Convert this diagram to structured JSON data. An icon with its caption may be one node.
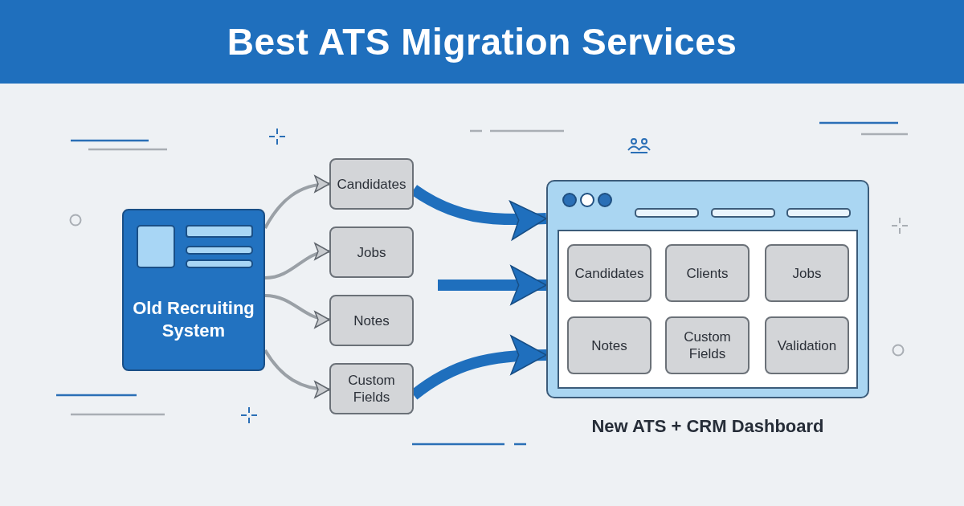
{
  "diagram": {
    "title": "Best ATS Migration Services",
    "nodes": [
      {
        "text": [
          "Old Recruiting System"
        ]
      },
      {
        "text": [
          "Candidates"
        ]
      },
      {
        "text": [
          "Jobs"
        ]
      },
      {
        "text": [
          "Notes"
        ]
      },
      {
        "text": [
          "Custom Fields"
        ]
      },
      {
        "text": [
          "New ATS + CRM Dashboard"
        ]
      },
      {
        "text": [
          "Candidates"
        ],
        "in": 5
      },
      {
        "text": [
          "Clients"
        ],
        "in": 5
      },
      {
        "text": [
          "Jobs"
        ],
        "in": 5
      },
      {
        "text": [
          "Notes"
        ],
        "in": 5
      },
      {
        "text": [
          "Custom Fields"
        ],
        "in": 5
      },
      {
        "text": [
          "Validation"
        ],
        "in": 5
      }
    ],
    "edges": [
      {
        "from": 0,
        "to": 1,
        "arrow": "to"
      },
      {
        "from": 0,
        "to": 2,
        "arrow": "to"
      },
      {
        "from": 0,
        "to": 3,
        "arrow": "to"
      },
      {
        "from": 0,
        "to": 4,
        "arrow": "to"
      },
      {
        "from": 1,
        "to": 5,
        "arrow": "to",
        "style": "thick",
        "color": "#1f6fbd"
      },
      {
        "from": null,
        "to": 5,
        "arrow": "to",
        "style": "thick",
        "color": "#1f6fbd"
      },
      {
        "from": 4,
        "to": 5,
        "arrow": "to",
        "style": "thick",
        "color": "#1f6fbd"
      }
    ]
  }
}
